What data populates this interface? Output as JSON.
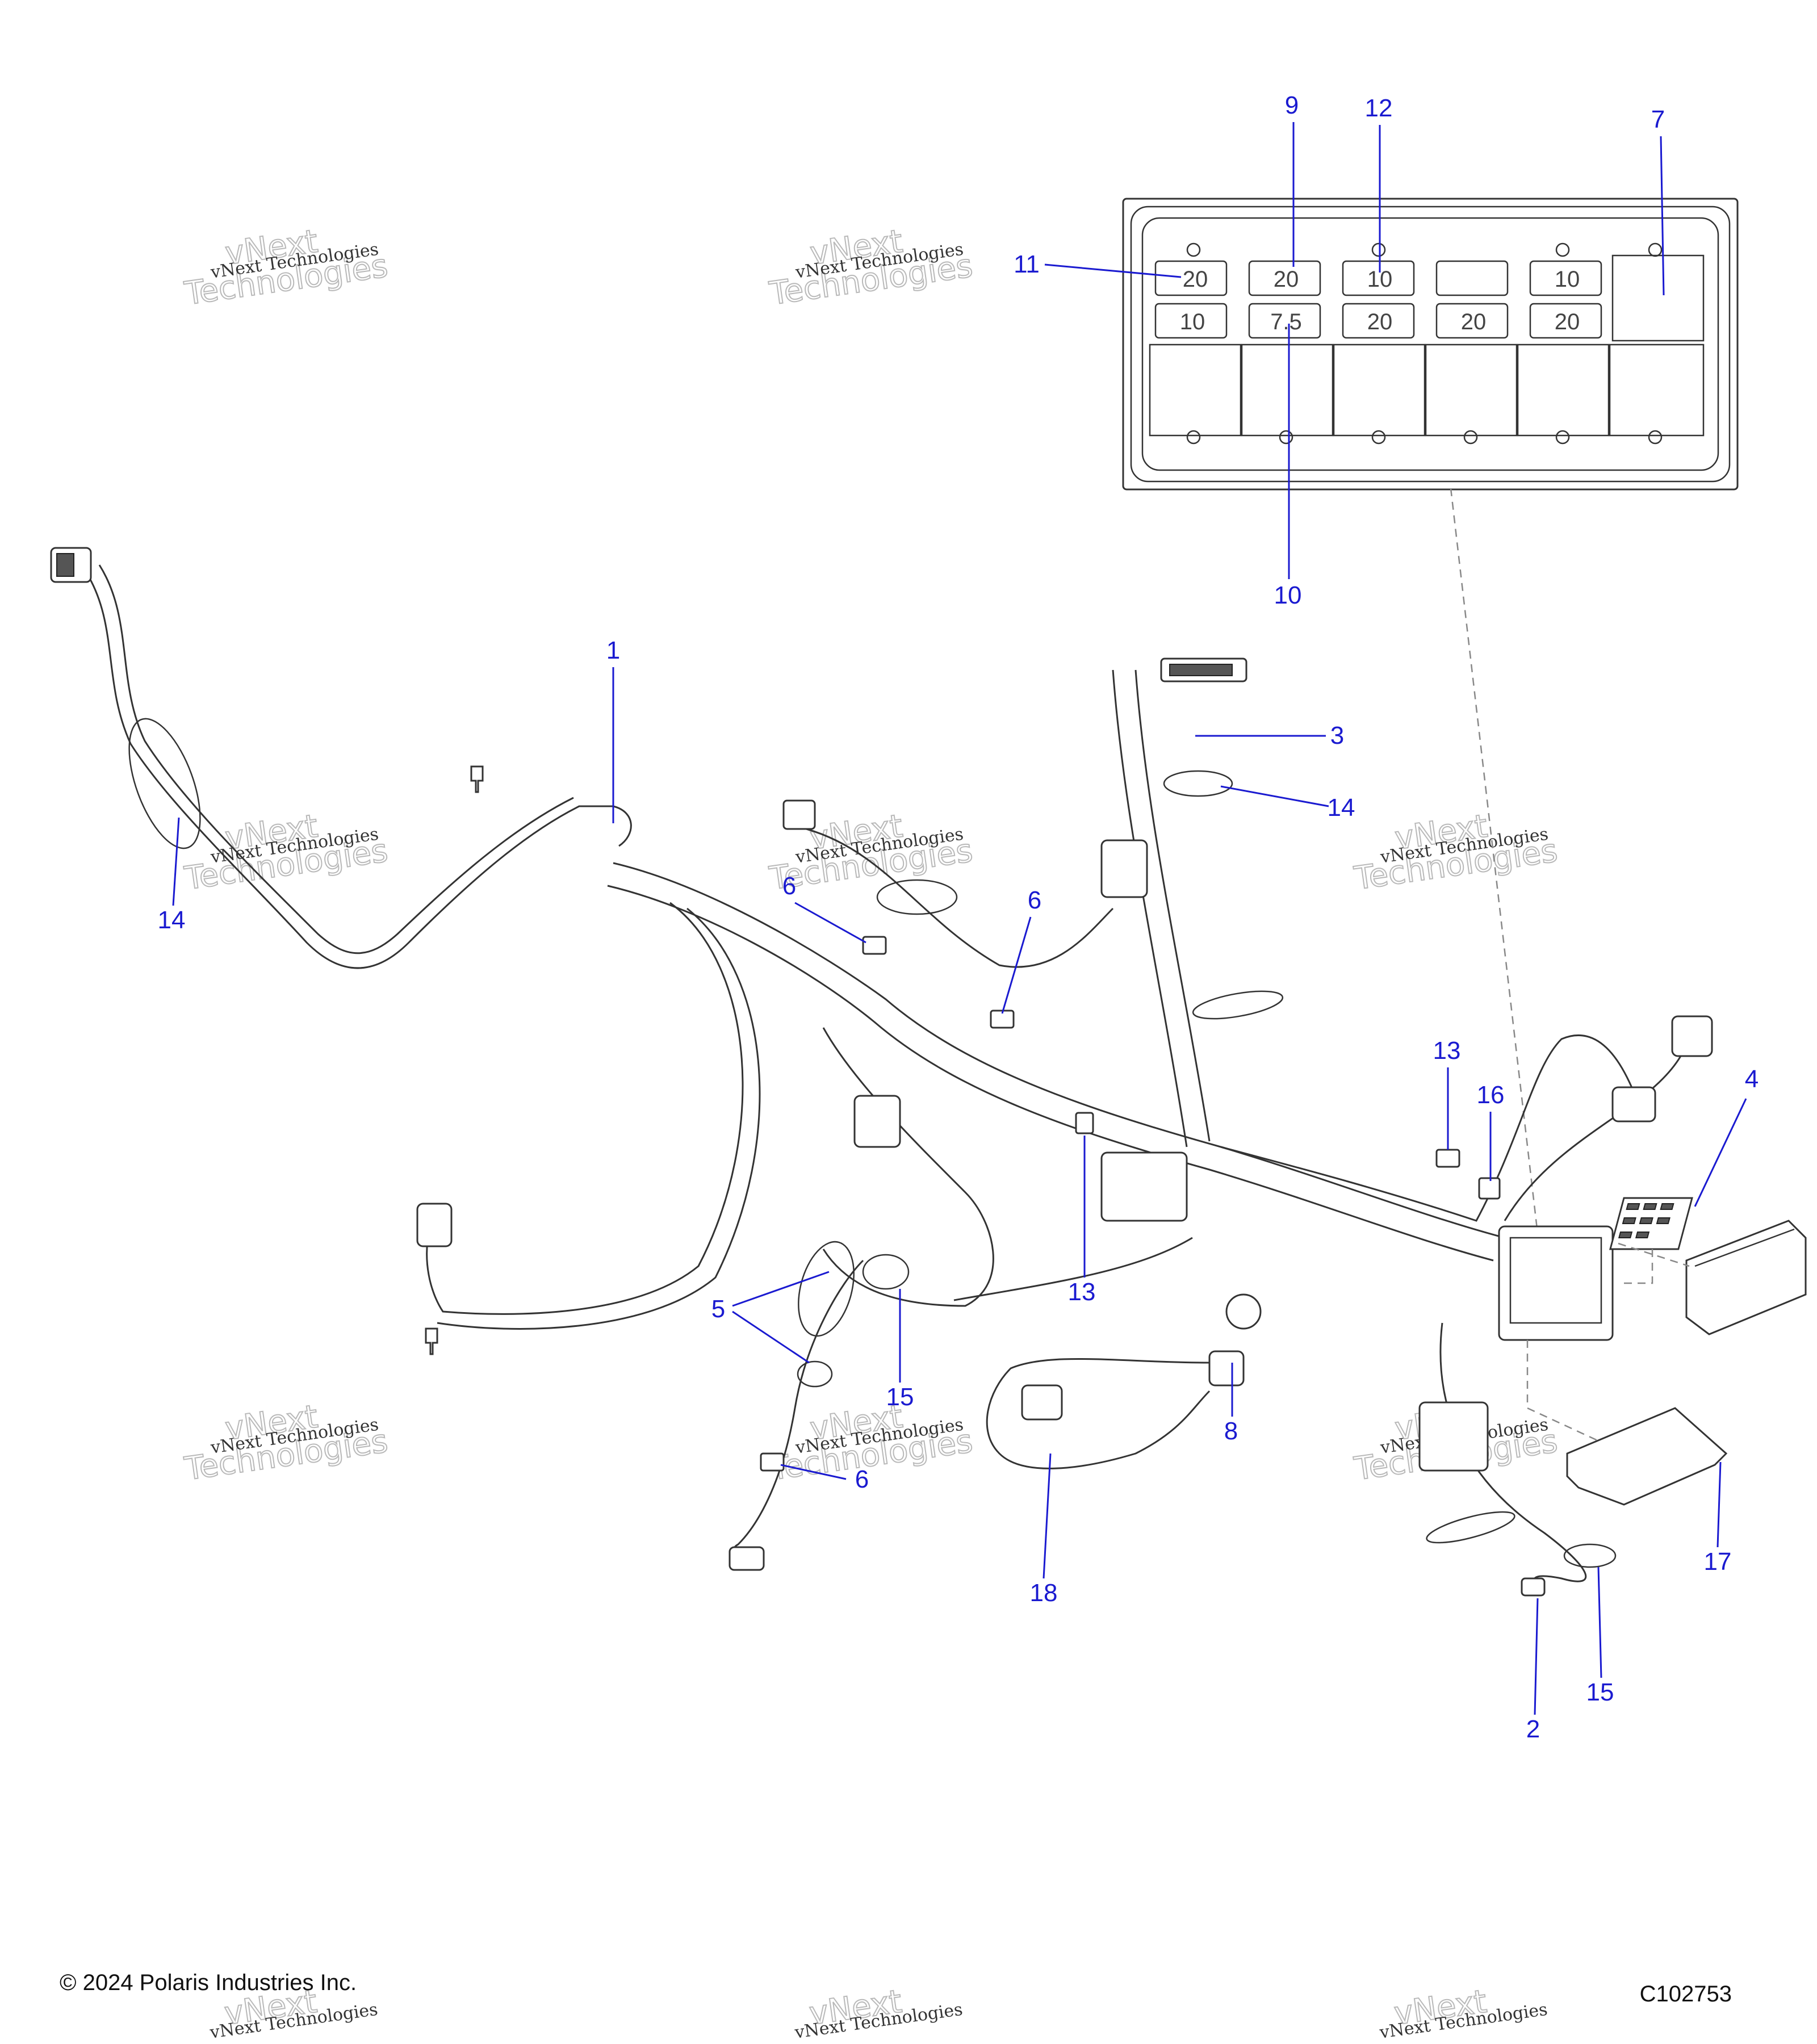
{
  "copyright": "© 2024 Polaris Industries Inc.",
  "figure_id": "C102753",
  "watermark": {
    "line1": "vNext Technologies",
    "big1": "vNext",
    "big2": "Technologies"
  },
  "fuse_box": {
    "top_row": [
      "20",
      "20",
      "10",
      "",
      "10"
    ],
    "bottom_row": [
      "10",
      "7.5",
      "20",
      "20",
      "20"
    ]
  },
  "callouts": {
    "c1": "1",
    "c2": "2",
    "c3": "3",
    "c4": "4",
    "c5": "5",
    "c6a": "6",
    "c6b": "6",
    "c6c": "6",
    "c7": "7",
    "c8": "8",
    "c9": "9",
    "c10": "10",
    "c11": "11",
    "c12": "12",
    "c13a": "13",
    "c13b": "13",
    "c14a": "14",
    "c14b": "14",
    "c15a": "15",
    "c15b": "15",
    "c16": "16",
    "c17": "17",
    "c18": "18"
  },
  "colors": {
    "callout": "#1a1ad0",
    "line": "#333333"
  }
}
